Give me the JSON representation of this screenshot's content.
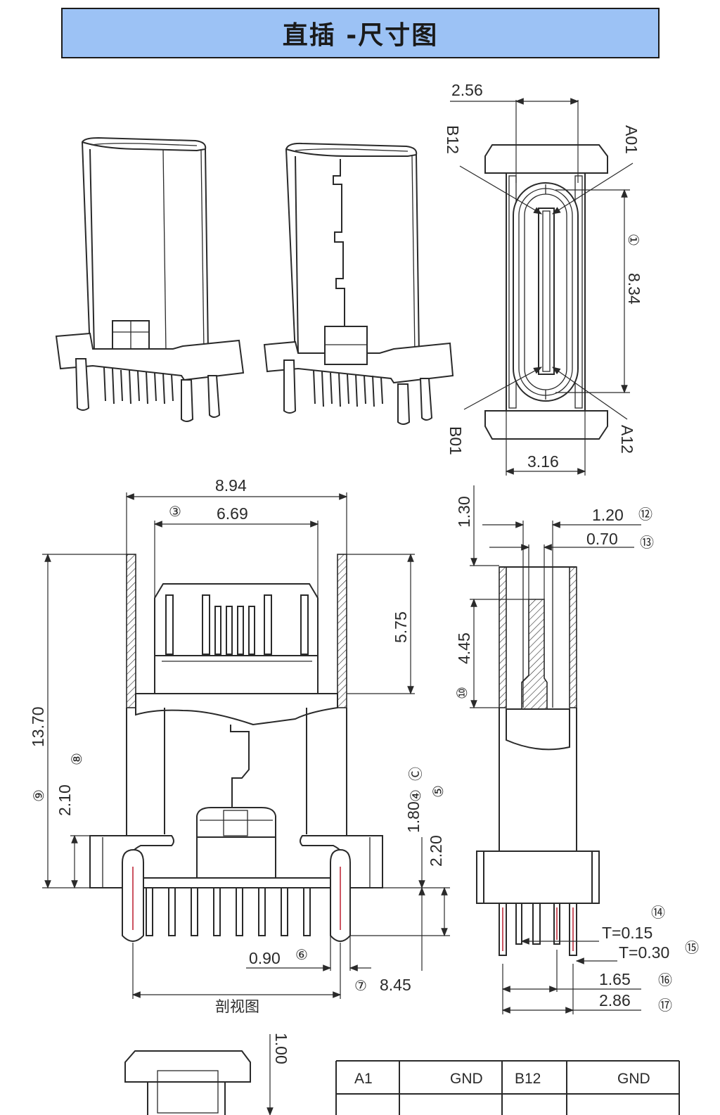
{
  "title": "直插 -尺寸图",
  "front_view": {
    "dim_top": "2.56",
    "dim_bottom": "3.16",
    "dim_height": "8.34",
    "height_callout": "①",
    "pin_labels": {
      "top_left": "B12",
      "top_right": "A01",
      "bottom_left": "B01",
      "bottom_right": "A12"
    }
  },
  "section_view": {
    "caption": "剖视图",
    "dim_total_width": "8.94",
    "dim_inner_width": "6.69",
    "inner_width_callout": "③",
    "dim_shell_height": "5.75",
    "dim_total_height": "13.70",
    "total_height_callout": "⑨",
    "dim_flange": "2.10",
    "flange_callout": "⑧",
    "dim_pin_a": "1.80",
    "dim_pin_b": "2.20",
    "pin_callouts": [
      "Ⓒ",
      "④",
      "⑤"
    ],
    "dim_pin_width": "0.90",
    "pin_width_callout": "⑥",
    "dim_pin_span": "8.45",
    "pin_span_callout": "⑦"
  },
  "side_view": {
    "dim_top": "1.30",
    "dim_a": "1.20",
    "callout_a": "⑫",
    "dim_b": "0.70",
    "callout_b": "⑬",
    "dim_depth": "4.45",
    "depth_callout": "⑩",
    "thickness_1": "T=0.15",
    "thickness_1_callout": "⑭",
    "thickness_2": "T=0.30",
    "thickness_2_callout": "⑮",
    "dim_pitch_a": "1.65",
    "pitch_a_callout": "⑯",
    "dim_pitch_b": "2.86",
    "pitch_b_callout": "⑰"
  },
  "bottom_view": {
    "dim": "1.00"
  },
  "pin_table": [
    [
      "A1",
      "GND",
      "B12",
      "GND"
    ]
  ]
}
